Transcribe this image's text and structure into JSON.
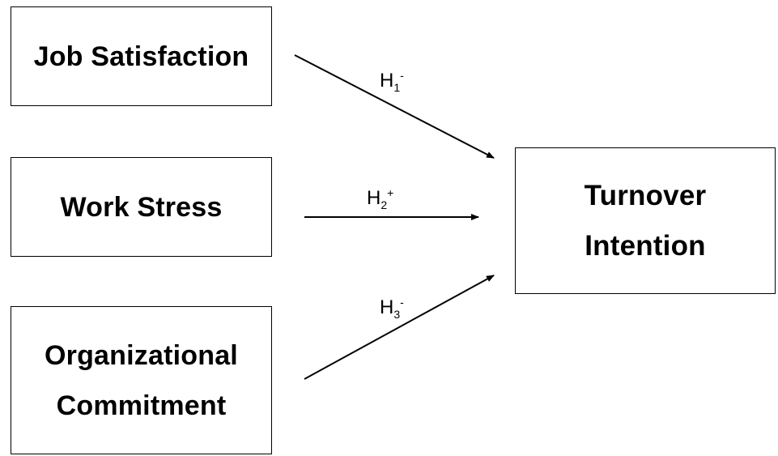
{
  "constructs": {
    "job_satisfaction": "Job Satisfaction",
    "work_stress": "Work Stress",
    "organizational_commitment_line1": "Organizational",
    "organizational_commitment_line2": "Commitment",
    "turnover_intention_line1": "Turnover",
    "turnover_intention_line2": "Intention"
  },
  "hypotheses": [
    {
      "label": "H",
      "index": "1",
      "sign": "-"
    },
    {
      "label": "H",
      "index": "2",
      "sign": "+"
    },
    {
      "label": "H",
      "index": "3",
      "sign": "-"
    }
  ]
}
